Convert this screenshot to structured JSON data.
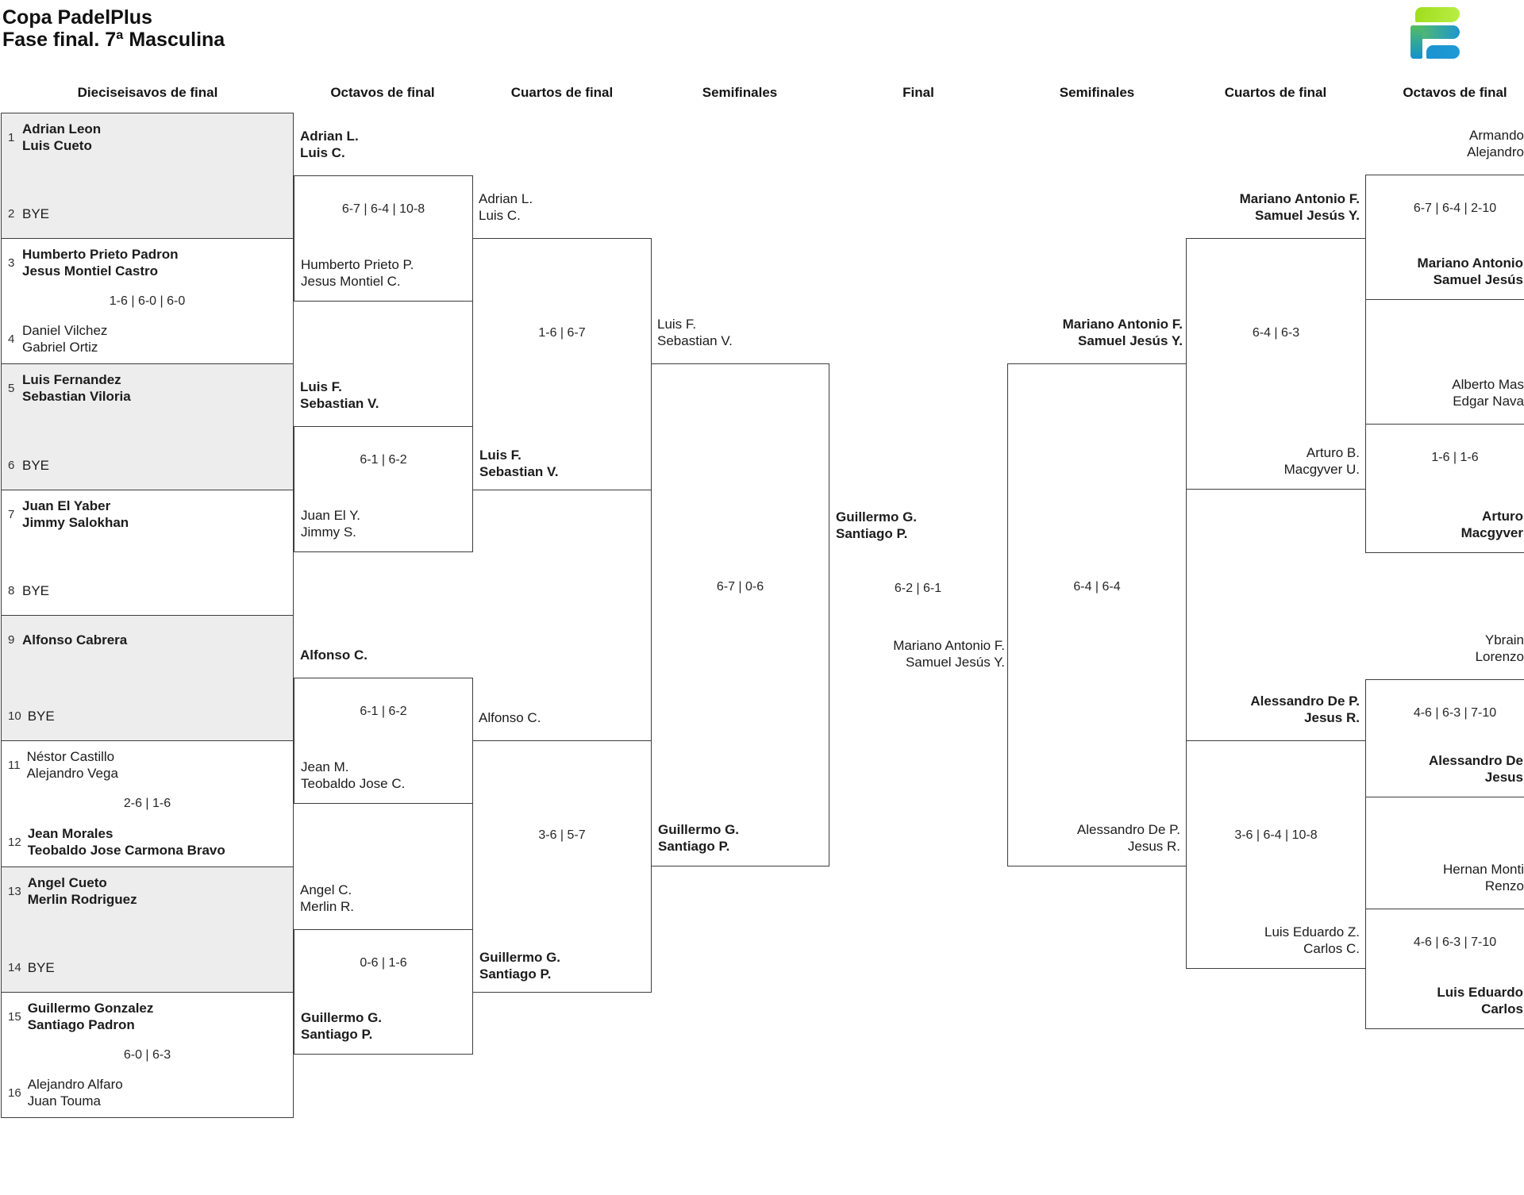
{
  "header": {
    "title": "Copa PadelPlus",
    "subtitle": "Fase final. 7ª Masculina"
  },
  "logo": {
    "icon": "padelplus-logo",
    "colors": {
      "lime": "#a8e01b",
      "green": "#54bd62",
      "blue": "#1691ce"
    }
  },
  "rounds": [
    "Dieciseisavos de final",
    "Octavos de final",
    "Cuartos de final",
    "Semifinales",
    "Final",
    "Semifinales",
    "Cuartos de final",
    "Octavos de final"
  ],
  "left": {
    "r16": [
      {
        "seed_top": "1",
        "team_top": "Adrian Leon\nLuis Cueto",
        "seed_bottom": "2",
        "team_bottom": "BYE",
        "score": ""
      },
      {
        "seed_top": "3",
        "team_top": "Humberto Prieto Padron\nJesus Montiel Castro",
        "seed_bottom": "4",
        "team_bottom": "Daniel Vilchez\nGabriel Ortiz",
        "score": "1-6 | 6-0 | 6-0"
      },
      {
        "seed_top": "5",
        "team_top": "Luis Fernandez\nSebastian Viloria",
        "seed_bottom": "6",
        "team_bottom": "BYE",
        "score": ""
      },
      {
        "seed_top": "7",
        "team_top": "Juan El Yaber\nJimmy Salokhan",
        "seed_bottom": "8",
        "team_bottom": "BYE",
        "score": ""
      },
      {
        "seed_top": "9",
        "team_top": "Alfonso Cabrera",
        "seed_bottom": "10",
        "team_bottom": "BYE",
        "score": ""
      },
      {
        "seed_top": "11",
        "team_top": "Néstor Castillo\nAlejandro Vega",
        "seed_bottom": "12",
        "team_bottom": "Jean Morales\nTeobaldo Jose Carmona Bravo",
        "score": "2-6 | 1-6"
      },
      {
        "seed_top": "13",
        "team_top": "Angel Cueto\nMerlin Rodriguez",
        "seed_bottom": "14",
        "team_bottom": "BYE",
        "score": ""
      },
      {
        "seed_top": "15",
        "team_top": "Guillermo Gonzalez\nSantiago Padron",
        "seed_bottom": "16",
        "team_bottom": "Alejandro Alfaro\nJuan Touma",
        "score": "6-0 | 6-3"
      }
    ],
    "octavos": [
      {
        "team_top": "Adrian L.\nLuis C.",
        "score": "6-7 | 6-4 | 10-8",
        "team_bottom": "Humberto Prieto P.\nJesus Montiel C."
      },
      {
        "team_top": "Luis F.\nSebastian V.",
        "score": "6-1 | 6-2",
        "team_bottom": "Juan El Y.\nJimmy S."
      },
      {
        "team_top": "Alfonso C.",
        "score": "6-1 | 6-2",
        "team_bottom": "Jean M.\nTeobaldo Jose C."
      },
      {
        "team_top": "Angel C.\nMerlin R.",
        "score": "0-6 | 1-6",
        "team_bottom": "Guillermo G.\nSantiago P."
      }
    ],
    "cuartos": [
      {
        "team_top": "Adrian L.\nLuis C.",
        "score": "1-6 | 6-7",
        "team_bottom": "Luis F.\nSebastian V."
      },
      {
        "team_top": "Alfonso C.",
        "score": "3-6 | 5-7",
        "team_bottom": "Guillermo G.\nSantiago P."
      }
    ],
    "semifinal": {
      "team_top": "Luis F.\nSebastian V.",
      "score": "6-7 | 0-6",
      "team_bottom": "Guillermo G.\nSantiago P."
    }
  },
  "final": {
    "winner": "Guillermo G.\nSantiago P.",
    "score": "6-2 | 6-1",
    "runner_up": "Mariano Antonio F.\nSamuel Jesús Y."
  },
  "right": {
    "semifinal": {
      "team_top": "Mariano Antonio F.\nSamuel Jesús Y.",
      "score": "6-4 | 6-4",
      "team_bottom": "Alessandro De P.\nJesus R."
    },
    "cuartos": [
      {
        "team_top": "Mariano Antonio F.\nSamuel Jesús Y.",
        "score": "6-4 | 6-3",
        "team_bottom": "Arturo B.\nMacgyver U."
      },
      {
        "team_top": "Alessandro De P.\nJesus R.",
        "score": "3-6 | 6-4 | 10-8",
        "team_bottom": "Luis Eduardo Z.\nCarlos C."
      }
    ],
    "octavos": [
      {
        "team_top": "Armando\nAlejandro",
        "score": "6-7 | 6-4 | 2-10",
        "team_bottom": "Mariano Antonio\nSamuel Jesús"
      },
      {
        "team_top": "Alberto Mas\nEdgar Nava",
        "score": "1-6 | 1-6",
        "team_bottom": "Arturo\nMacgyver"
      },
      {
        "team_top": "Ybrain\nLorenzo",
        "score": "4-6 | 6-3 | 7-10",
        "team_bottom": "Alessandro De\nJesus"
      },
      {
        "team_top": "Hernan Monti\nRenzo",
        "score": "4-6 | 6-3 | 7-10",
        "team_bottom": "Luis Eduardo\nCarlos"
      }
    ]
  }
}
